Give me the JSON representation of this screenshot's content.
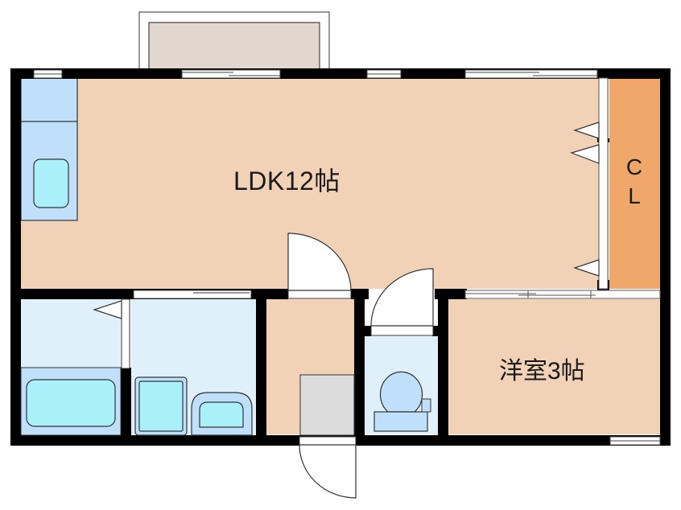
{
  "floor_plan": {
    "rooms": [
      {
        "id": "ldk",
        "label": "LDK12帖",
        "type": "living-dining-kitchen",
        "size_jou": 12
      },
      {
        "id": "closet",
        "label_line1": "C",
        "label_line2": "L",
        "type": "closet"
      },
      {
        "id": "western_room",
        "label": "洋室3帖",
        "type": "western-style-room",
        "size_jou": 3
      },
      {
        "id": "bathroom",
        "type": "bath"
      },
      {
        "id": "washroom",
        "type": "washroom"
      },
      {
        "id": "hall",
        "type": "entrance-hall"
      },
      {
        "id": "toilet",
        "type": "toilet"
      },
      {
        "id": "balcony",
        "type": "balcony"
      }
    ],
    "colors": {
      "wall": "#000000",
      "ldk_floor": "#f2d2b6",
      "closet_floor": "#efa86a",
      "wet_area": "#dff0fb",
      "kitchen_counter": "#bfdffb",
      "fixture": "#aaf0fb",
      "balcony": "#e2d7ce",
      "shoebox": "#dcdcdc",
      "window": "#ffffff"
    }
  }
}
